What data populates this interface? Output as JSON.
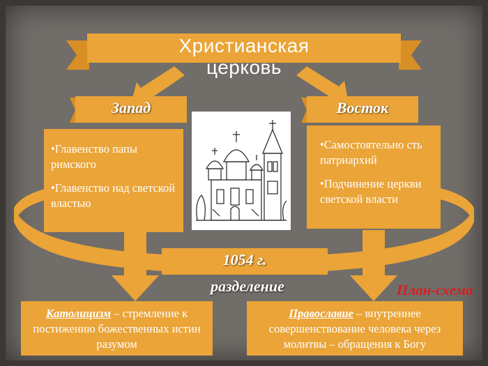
{
  "title": {
    "line1": "Христианская",
    "line2": "церковь"
  },
  "west": {
    "label": "Запад",
    "items": [
      "•Главенство папы римского",
      "•Главенство над светской властью"
    ]
  },
  "east": {
    "label": "Восток",
    "items": [
      "•Самостоятельно сть патриархий",
      "•Подчинение церкви светской власти"
    ]
  },
  "split": {
    "date": "1054 г.",
    "label": "разделение"
  },
  "catholicism": {
    "term": "Католицизм",
    "text": " – стремление к постижению божественных истин разумом"
  },
  "orthodoxy": {
    "term": "Православие",
    "text": " – внутреннее совершенствование человека через молитвы – обращения к Богу"
  },
  "plan_label": "План-схема",
  "colors": {
    "accent": "#eaa437",
    "board": "#716d69",
    "frame": "#3a3734",
    "plan_text": "#d42020"
  },
  "icons": {
    "church": "church-drawing"
  }
}
